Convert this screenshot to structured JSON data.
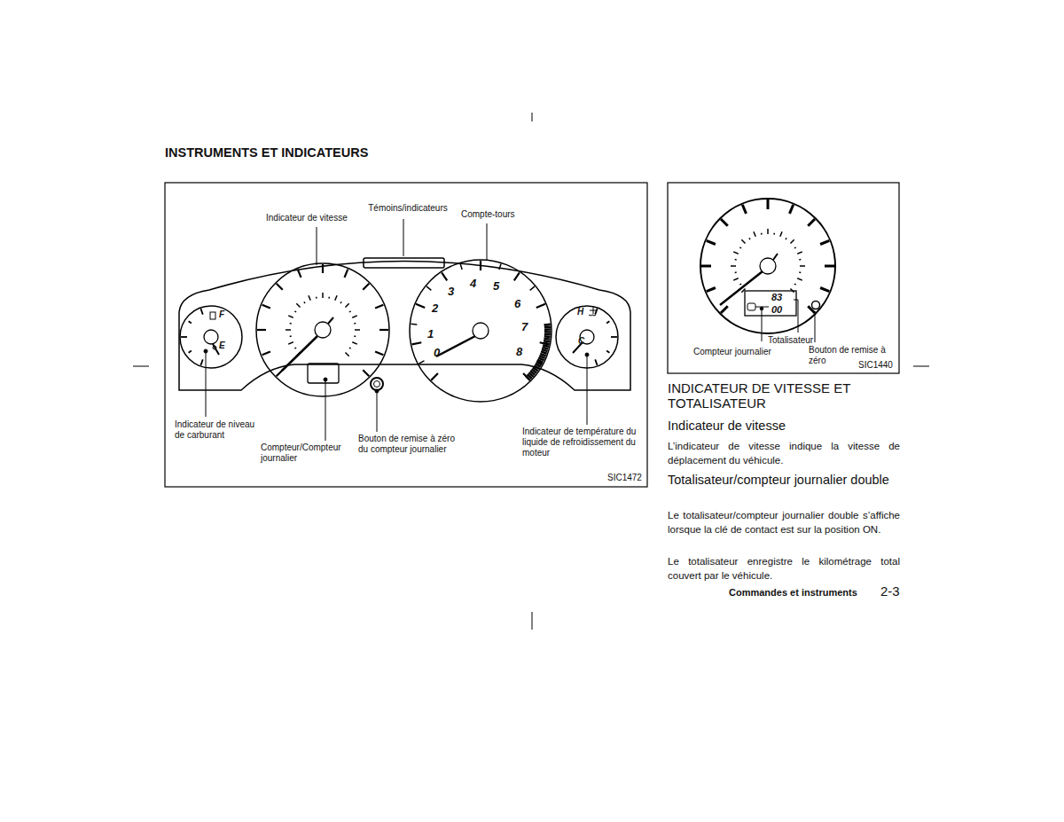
{
  "diagram": {
    "title": "INSTRUMENTS ET INDICATEURS",
    "labels": [
      "Témoins/indicateurs",
      "Indicateur de vitesse",
      "Compte-tours",
      "F",
      "E",
      "0",
      "1",
      "2",
      "3",
      "4",
      "5",
      "6",
      "7",
      "8",
      "H",
      "C",
      "Indicateur de niveau de carburant",
      "Compteur/Compteur journalier",
      "Bouton de remise à zéro du compteur journalier",
      "Indicateur de température du liquide de refroidissement du moteur",
      "SIC1472",
      "83",
      "00",
      "Compteur journalier",
      "Totalisateur",
      "Bouton de remise à zéro",
      "SIC1440",
      "INDICATEUR DE VITESSE ET TOTALISATEUR",
      "Indicateur de vitesse",
      "L’indicateur de vitesse indique la vitesse de déplacement du véhicule.",
      "Totalisateur/compteur journalier double",
      "Le totalisateur/compteur journalier double s’affiche lorsque la clé de contact est sur la position ON.",
      "Le totalisateur enregistre le kilométrage total couvert par le véhicule.",
      "Commandes et instruments",
      "2-3"
    ]
  }
}
